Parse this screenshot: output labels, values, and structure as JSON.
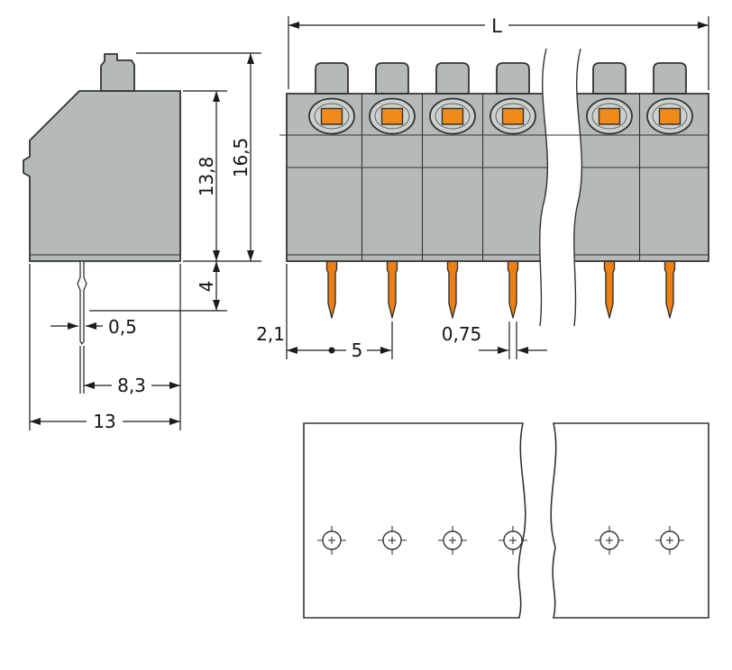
{
  "colors": {
    "housing_gray": "#b5bab8",
    "opening_gray": "#ccd1cf",
    "pushbutton_orange": "#f08a1a",
    "pin_orange": "#ee7f12",
    "line": "#333333",
    "dim": "#1c1c1c",
    "background": "#ffffff"
  },
  "side_view": {
    "dims": {
      "body_height": "13,8",
      "total_height": "16,5",
      "pin_length": "4",
      "pin_width": "0,5",
      "pin_to_edge": "8,3",
      "housing_depth": "13"
    }
  },
  "front_view": {
    "poles_visible": 6,
    "dims": {
      "total_length": "L",
      "edge_to_first_pole": "2,1",
      "pole_pitch": "5",
      "pin_width": "0,75"
    }
  },
  "drilling_plan": {
    "holes_visible": 6
  }
}
